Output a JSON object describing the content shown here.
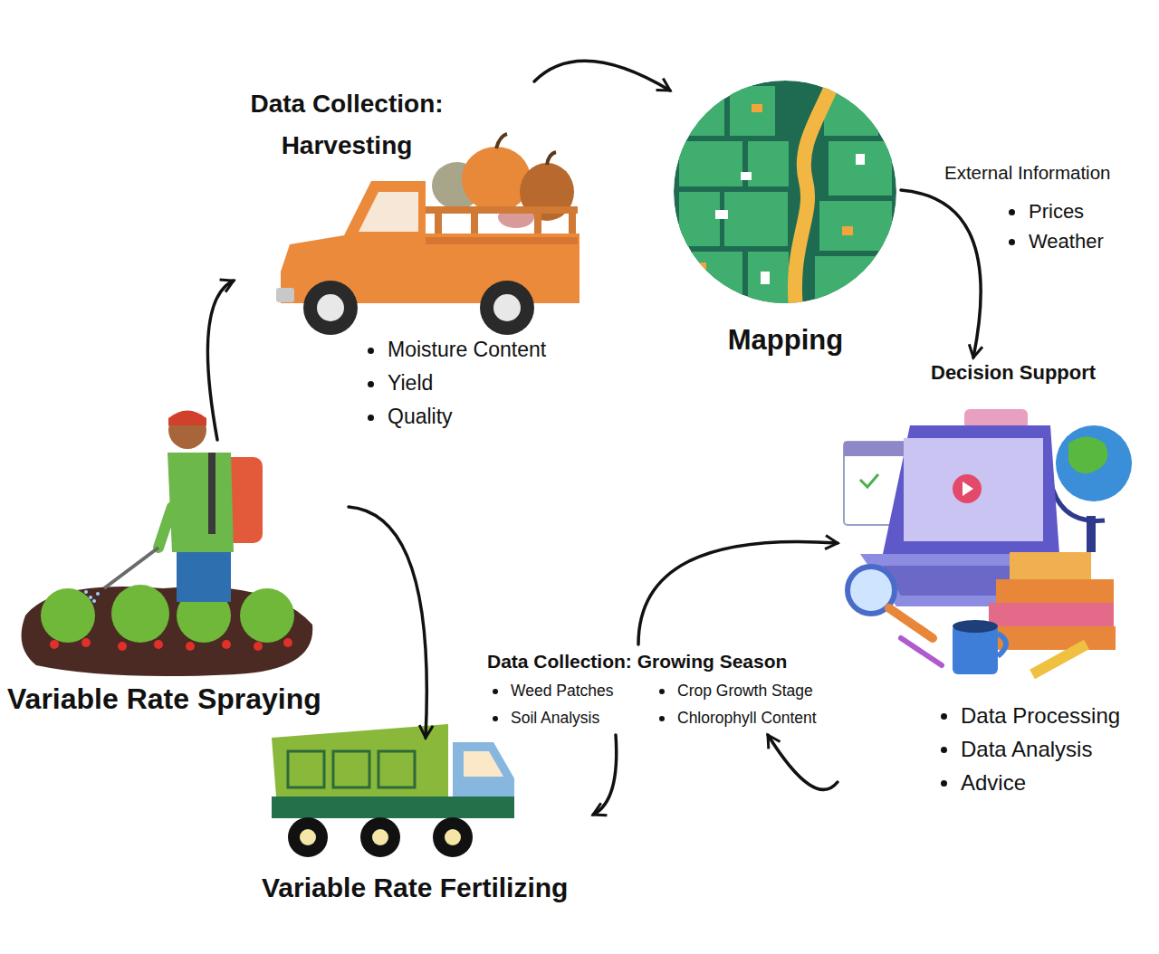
{
  "diagram": {
    "nodes": [
      {
        "text": [
          "Data Collection: Harvesting",
          "Moisture Content",
          "Yield",
          "Quality"
        ]
      },
      {
        "text": [
          "Mapping"
        ]
      },
      {
        "text": [
          "Decision Support",
          "Data Processing",
          "Data Analysis",
          "Advice"
        ]
      },
      {
        "text": [
          "Data Collection: Growing Season",
          "Weed Patches",
          "Soil Analysis",
          "Crop Growth Stage",
          "Chlorophyll Content"
        ]
      },
      {
        "text": [
          "Variable Rate Fertilizing"
        ]
      },
      {
        "text": [
          "Variable Rate Spraying"
        ]
      }
    ],
    "edges": [
      {
        "from": 5,
        "to": 0,
        "arrow": "to"
      },
      {
        "from": 0,
        "to": 1,
        "arrow": "to"
      },
      {
        "from": 1,
        "to": 2,
        "arrow": "to"
      },
      {
        "from": 2,
        "to": 3,
        "arrow": "to"
      },
      {
        "from": 3,
        "to": 2,
        "arrow": "to"
      },
      {
        "from": 3,
        "to": 4,
        "arrow": "to"
      },
      {
        "from": 5,
        "to": 4,
        "arrow": "to"
      }
    ],
    "labels": [
      "External Information",
      "Prices",
      "Weather"
    ]
  }
}
